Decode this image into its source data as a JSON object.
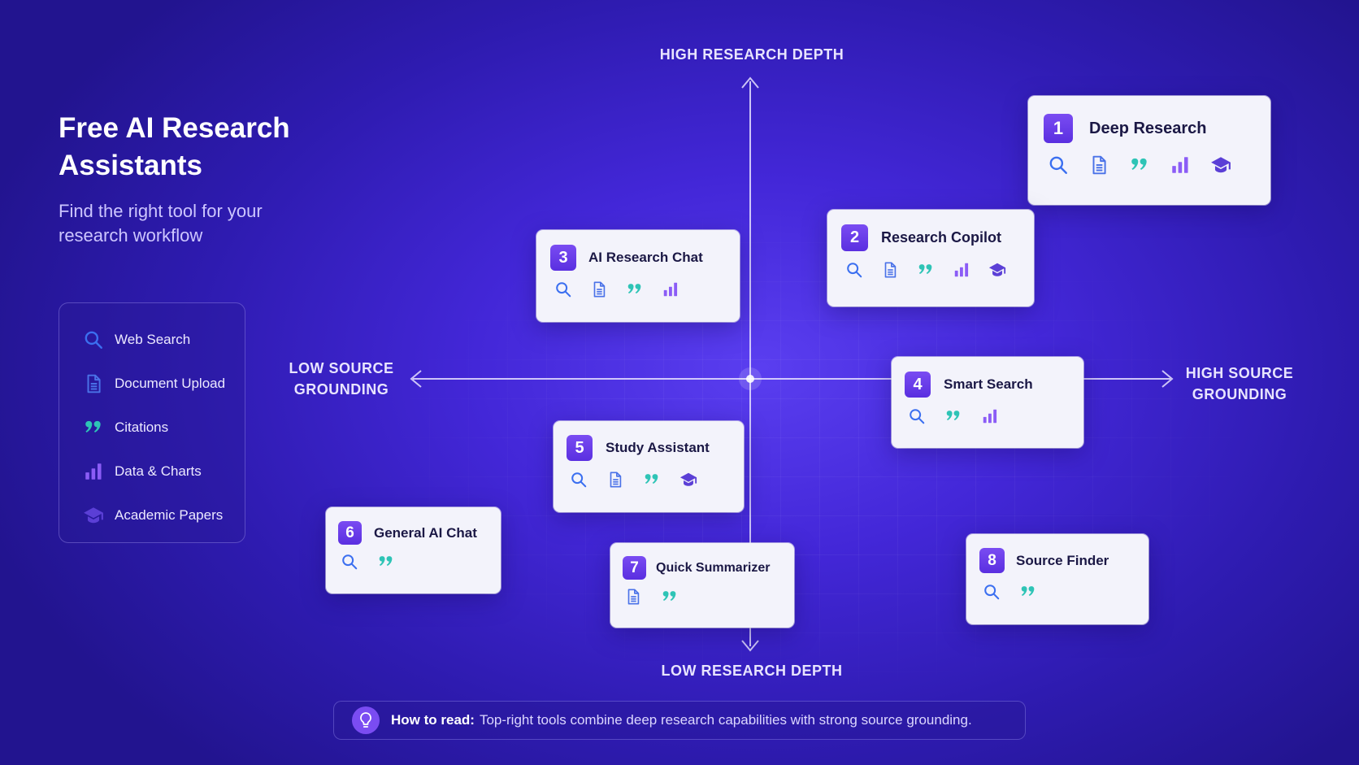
{
  "title": "Free AI Research Assistants",
  "subtitle": "Find the right tool for your research workflow",
  "axes": {
    "top": "HIGH RESEARCH DEPTH",
    "bottom": "LOW RESEARCH DEPTH",
    "left": "LOW SOURCE GROUNDING",
    "right": "HIGH SOURCE GROUNDING"
  },
  "legend": [
    {
      "icon": "search-icon",
      "label": "Web Search"
    },
    {
      "icon": "document-icon",
      "label": "Document Upload"
    },
    {
      "icon": "quote-icon",
      "label": "Citations"
    },
    {
      "icon": "bar-chart-icon",
      "label": "Data & Charts"
    },
    {
      "icon": "graduation-cap-icon",
      "label": "Academic Papers"
    }
  ],
  "tools": [
    {
      "number": "1",
      "name": "Deep Research",
      "features": [
        "search-icon",
        "document-icon",
        "quote-icon",
        "bar-chart-icon",
        "graduation-cap-icon"
      ]
    },
    {
      "number": "2",
      "name": "Research Copilot",
      "features": [
        "search-icon",
        "document-icon",
        "quote-icon",
        "bar-chart-icon",
        "graduation-cap-icon"
      ]
    },
    {
      "number": "3",
      "name": "AI Research Chat",
      "features": [
        "search-icon",
        "document-icon",
        "quote-icon",
        "bar-chart-icon"
      ]
    },
    {
      "number": "4",
      "name": "Smart Search",
      "features": [
        "search-icon",
        "quote-icon",
        "bar-chart-icon"
      ]
    },
    {
      "number": "5",
      "name": "Study Assistant",
      "features": [
        "search-icon",
        "document-icon",
        "quote-icon",
        "graduation-cap-icon"
      ]
    },
    {
      "number": "6",
      "name": "General AI Chat",
      "features": [
        "search-icon",
        "quote-icon"
      ]
    },
    {
      "number": "7",
      "name": "Quick Summarizer",
      "features": [
        "document-icon",
        "quote-icon"
      ]
    },
    {
      "number": "8",
      "name": "Source Finder",
      "features": [
        "search-icon",
        "quote-icon"
      ]
    }
  ],
  "how_to": {
    "label": "How to read:",
    "text": "Top-right tools combine deep research capabilities with strong source grounding."
  },
  "colors": {
    "search": "#3b6ff0",
    "document": "#4a72e8",
    "quote": "#2ec4b6",
    "chart": "#8b5cf6",
    "cap": "#5b3fd6",
    "badge": "#6a3ef0"
  }
}
